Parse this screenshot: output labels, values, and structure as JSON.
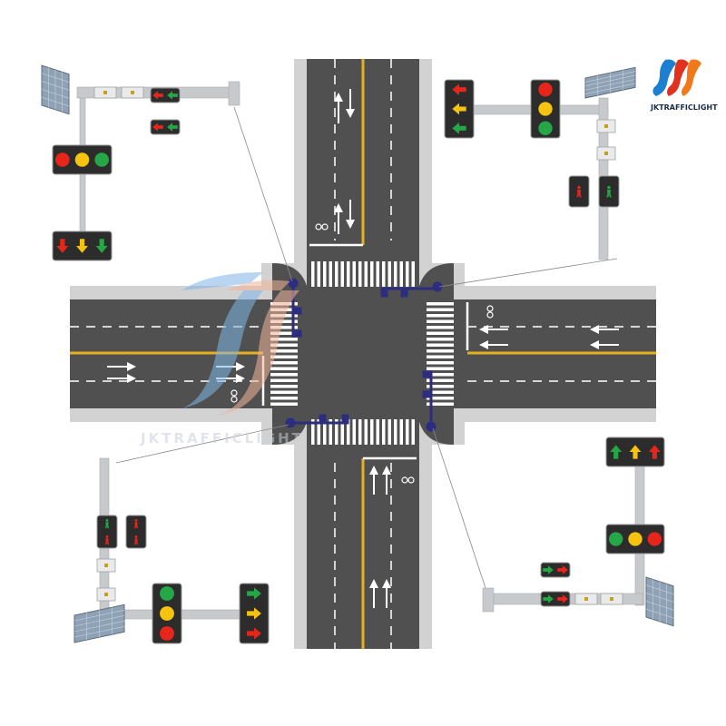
{
  "brand": {
    "name": "JKTRAFFICLIGHT",
    "watermark": "JKTRAFFICLIGHT",
    "colors": {
      "blue": "#1d7fd0",
      "red": "#e0321e",
      "orange": "#f07a1a"
    }
  },
  "colors": {
    "asphalt": "#505050",
    "sidewalk": "#d2d2d2",
    "crosswalk": "#ffffff",
    "center_line": "#e6b020",
    "pole": "#c7cacd",
    "signal_housing": "#2c2c2c",
    "lamp_red": "#e8251b",
    "lamp_yellow": "#f6c30e",
    "lamp_green": "#25a747",
    "stop_pole": "#2d2d80"
  },
  "signals": {
    "nw": {
      "small_heads": [
        "red-arrow-left",
        "green-arrow-left",
        "red-arrow-left",
        "green-arrow-left"
      ],
      "main_head": [
        "red",
        "yellow",
        "green"
      ],
      "arrow_head": [
        "red-arrow-down",
        "yellow-arrow-down",
        "green-arrow-down"
      ]
    },
    "ne": {
      "arrow_head": [
        "red-arrow-left",
        "yellow-arrow-left",
        "green-arrow-left"
      ],
      "main_head": [
        "red",
        "yellow",
        "green"
      ],
      "ped_heads": [
        "red-pedestrian",
        "green-pedestrian"
      ]
    },
    "sw": {
      "ped_heads": [
        "green-pedestrian",
        "red-pedestrian"
      ],
      "main_head": [
        "green",
        "yellow",
        "red"
      ],
      "arrow_head": [
        "green-arrow-right",
        "yellow-arrow-right",
        "red-arrow-right"
      ]
    },
    "se": {
      "arrow_head": [
        "green-arrow-up",
        "yellow-arrow-up",
        "red-arrow-up"
      ],
      "main_head": [
        "green",
        "yellow",
        "red"
      ],
      "small_heads": [
        "green-arrow-right",
        "red-arrow-right",
        "green-arrow-right",
        "red-arrow-right"
      ]
    }
  }
}
